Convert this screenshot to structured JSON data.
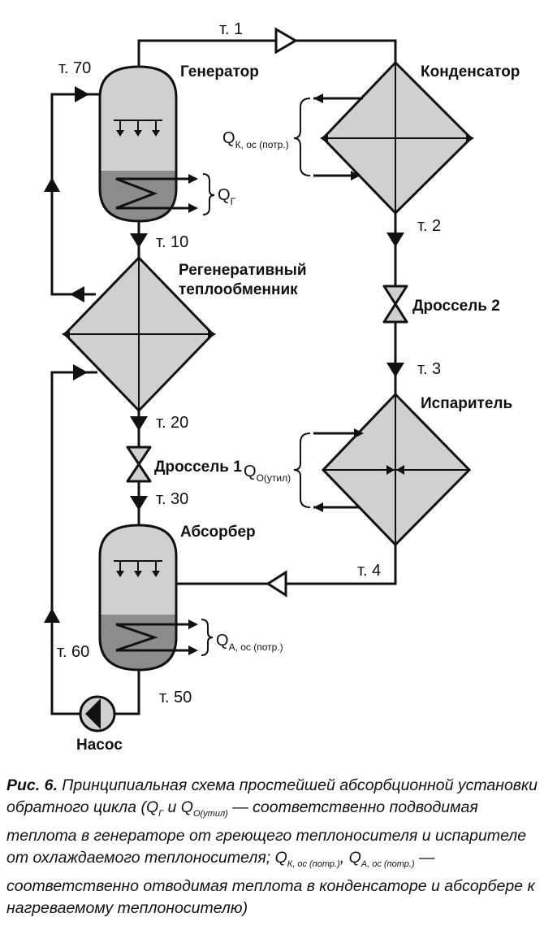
{
  "points": {
    "t1": "т. 1",
    "t2": "т. 2",
    "t3": "т. 3",
    "t4": "т. 4",
    "t10": "т. 10",
    "t20": "т. 20",
    "t30": "т. 30",
    "t50": "т. 50",
    "t60": "т. 60",
    "t70": "т. 70"
  },
  "components": {
    "generator": "Генератор",
    "condenser": "Конденсатор",
    "regenerative_line1": "Регенеративный",
    "regenerative_line2": "теплообменник",
    "throttle2": "Дроссель 2",
    "evaporator": "Испаритель",
    "throttle1": "Дроссель 1",
    "absorber": "Абсорбер",
    "pump": "Насос"
  },
  "heat": {
    "qk_main": "Q",
    "qk_sub": "К, ос (потр.)",
    "qg_main": "Q",
    "qg_sub": "Г",
    "qo_main": "Q",
    "qo_sub": "О(утил)",
    "qa_main": "Q",
    "qa_sub": "А, ос (потр.)"
  },
  "caption": {
    "lead": "Рис. 6.",
    "p1": " Принципиальная схема простейшей абсорбционной установки обратного цикла (Q",
    "s1": "Г",
    "p2": " и Q",
    "s2": "О(утил)",
    "p3": " — соответственно подводимая теплота в генераторе от греющего теплоносителя и испарителе от охлаждаемого теплоносителя; Q",
    "s3": "К, ос (потр.)",
    "p4": ", Q",
    "s4": "А, ос (потр.)",
    "p5": " — соответственно отводимая теплота в конденсаторе и абсорбере к нагреваемому теплоносителю)"
  },
  "colors": {
    "light_fill": "#d0d0d0",
    "dark_fill": "#8c8c8c",
    "line": "#111111"
  }
}
